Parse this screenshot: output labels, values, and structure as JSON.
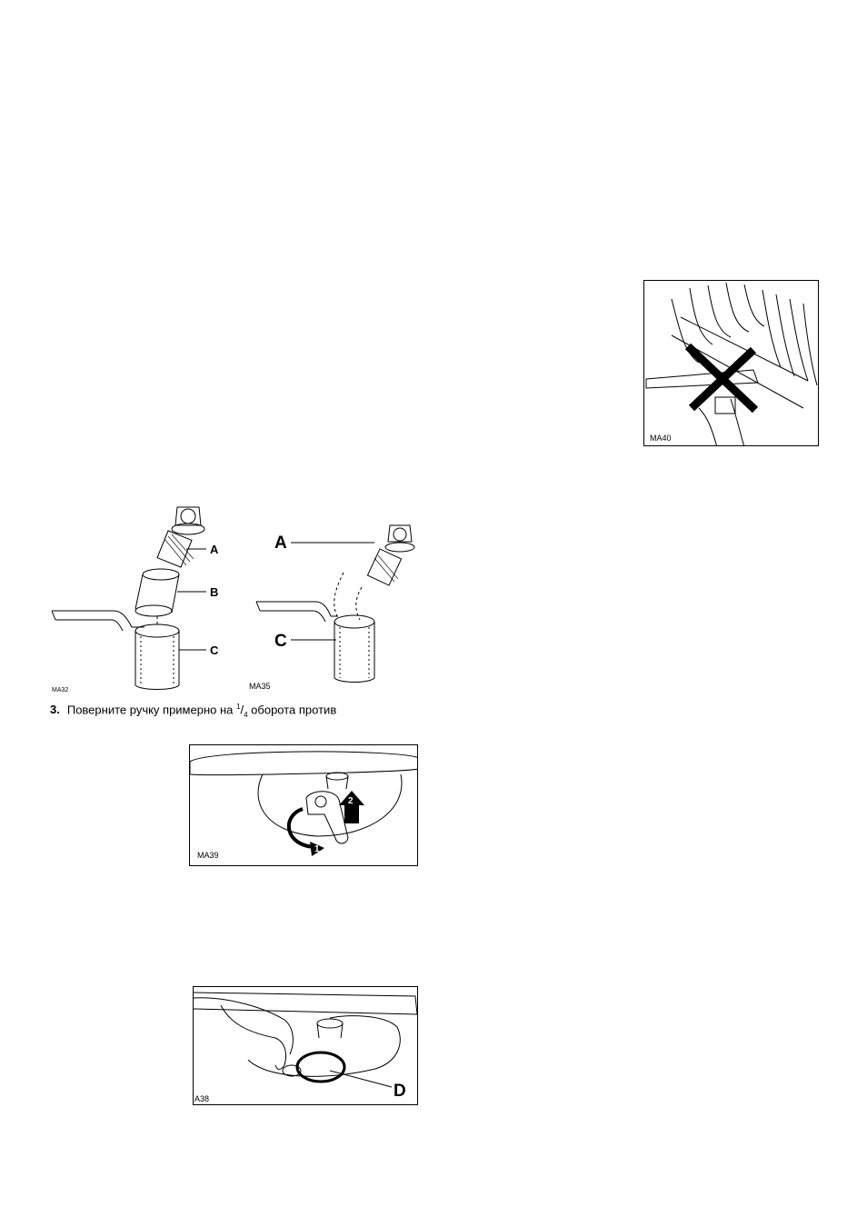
{
  "figures": {
    "ma40": {
      "code": "MA40"
    },
    "ma32": {
      "code": "MA32",
      "labels": [
        "A",
        "B",
        "C"
      ]
    },
    "ma35": {
      "code": "MA35",
      "labels": [
        "A",
        "C"
      ]
    },
    "ma39": {
      "code": "MA39",
      "arrows": [
        "1",
        "2"
      ]
    },
    "ma38": {
      "code": "A38",
      "labels": [
        "D"
      ]
    }
  },
  "step3": {
    "number": "3.",
    "text_before": "Поверните ручку примерно на ",
    "fraction_num": "1",
    "fraction_den": "4",
    "text_after": " оборота против"
  }
}
